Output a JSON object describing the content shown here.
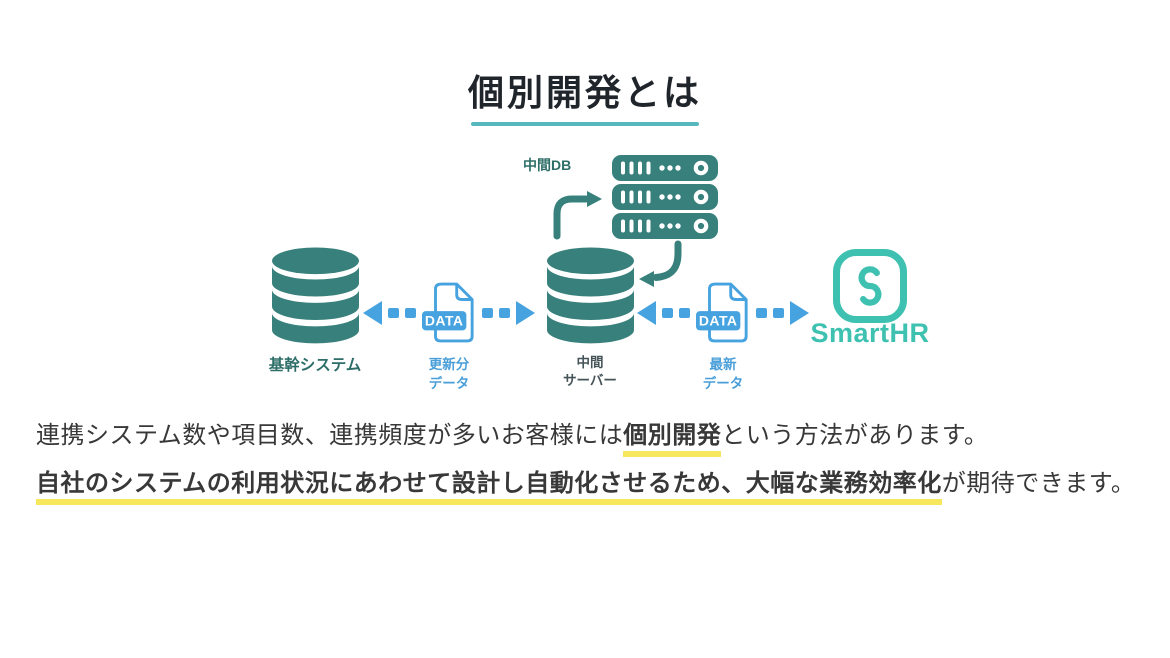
{
  "title": {
    "text": "個別開発とは"
  },
  "diagram": {
    "middle_db_label": "中間DB",
    "core_system_label": "基幹システム",
    "middle_server_label_1": "中間",
    "middle_server_label_2": "サーバー",
    "update_data_label_1": "更新分",
    "update_data_label_2": "データ",
    "latest_data_label_1": "最新",
    "latest_data_label_2": "データ",
    "data_file_text": "DATA",
    "smarthr_label": "SmartHR"
  },
  "description": {
    "line1_pre": "連携システム数や項目数、連携頻度が多いお客様には",
    "line1_highlight": "個別開発",
    "line1_post": "という方法があります。",
    "line2_highlight": "自社のシステムの利用状況にあわせて設計し自動化させるため、大幅な業務効率化",
    "line2_post": "が期待できます。"
  },
  "colors": {
    "teal_icon": "#37807B",
    "teal_label": "#2E6E68",
    "title_underline": "#57B7BE",
    "blue_arrow": "#47A3DF",
    "blue_label": "#4A9FD8",
    "smarthr_green": "#3EC1B0",
    "highlight_yellow": "#F7E75F",
    "body_text": "#383838",
    "title_text": "#20252C"
  }
}
